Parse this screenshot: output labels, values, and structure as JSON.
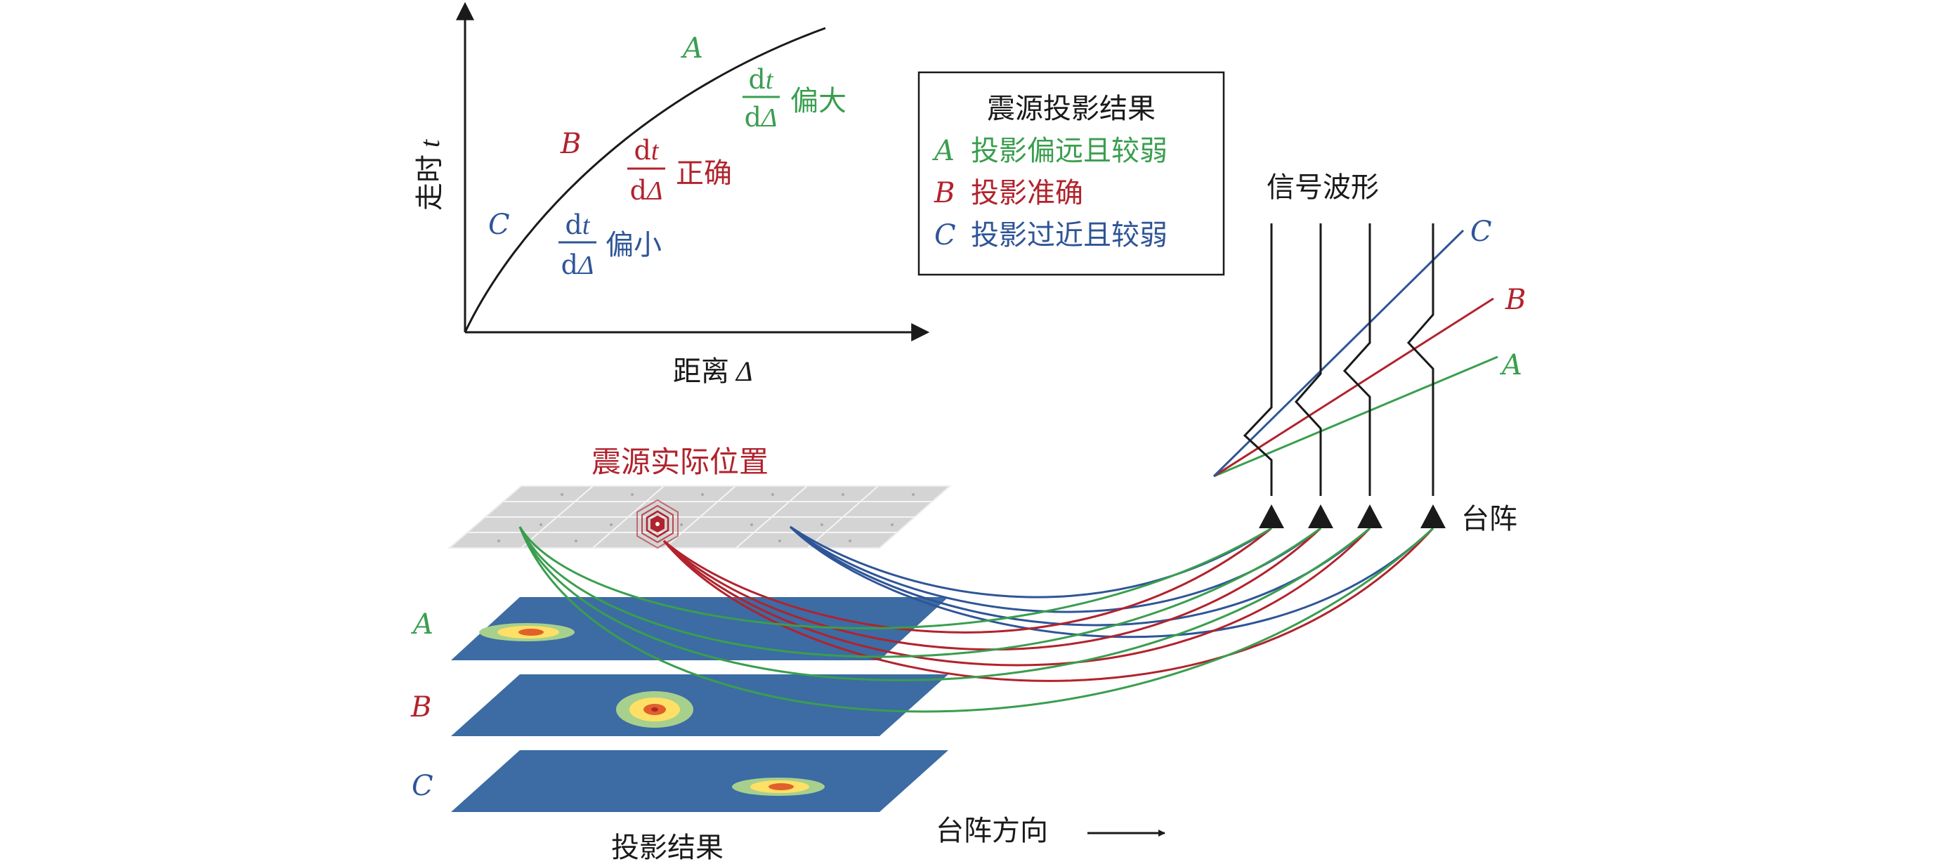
{
  "colors": {
    "A": "#3a9e4f",
    "B": "#b1232d",
    "C": "#2f5597",
    "black": "#1a1a1a",
    "grid_fill": "#d4d4d4",
    "grid_line": "#f2f2f2",
    "plane_fill": "#3c6ca3"
  },
  "graph": {
    "y_axis_label": "走时",
    "y_axis_var": "t",
    "x_axis_label": "距离",
    "x_axis_var": "Δ",
    "curve_labels": {
      "A": "A",
      "B": "B",
      "C": "C"
    },
    "derivative": {
      "numerator_d": "d",
      "numerator_var": "t",
      "denominator_d": "d",
      "denominator_var": "Δ",
      "A_text": "偏大",
      "B_text": "正确",
      "C_text": "偏小"
    }
  },
  "legend": {
    "title": "震源投影结果",
    "items": [
      {
        "key": "A",
        "text": "投影偏远且较弱"
      },
      {
        "key": "B",
        "text": "投影准确"
      },
      {
        "key": "C",
        "text": "投影过近且较弱"
      }
    ]
  },
  "waveform": {
    "title": "信号波形",
    "line_labels": {
      "A": "A",
      "B": "B",
      "C": "C"
    }
  },
  "array": {
    "label": "台阵",
    "direction_label": "台阵方向"
  },
  "source": {
    "label": "震源实际位置"
  },
  "projection": {
    "title": "投影结果",
    "plane_labels": [
      "A",
      "B",
      "C"
    ]
  },
  "icons": {
    "station": "triangle-station-icon",
    "source": "hexagon-source-icon",
    "arrow": "arrow-right-icon"
  }
}
